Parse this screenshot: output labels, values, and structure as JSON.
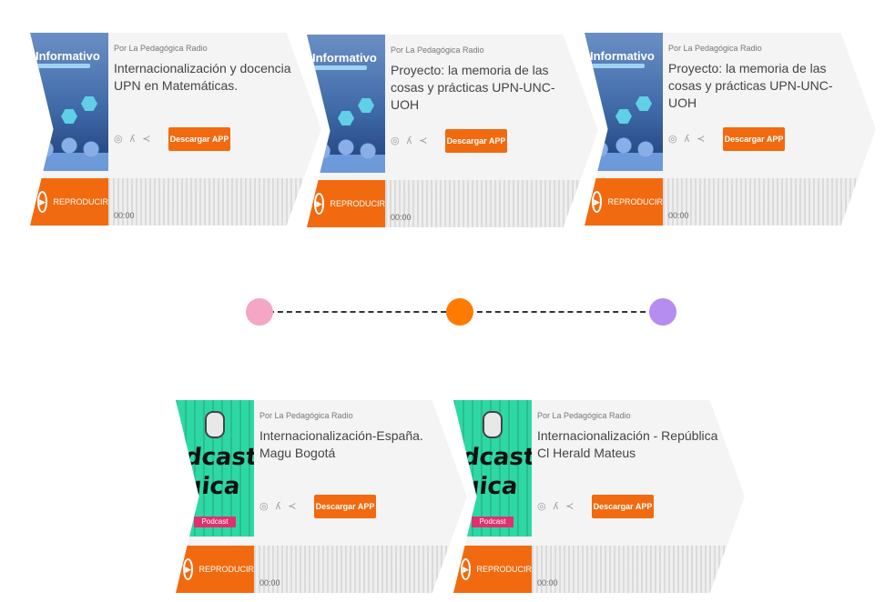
{
  "colors": {
    "accent": "#f26a0f",
    "dot_pink": "#f4a6c4",
    "dot_orange": "#ff7a00",
    "dot_purple": "#b58cf0"
  },
  "cards": [
    {
      "thumb_type": "informativo",
      "thumb_title": "Informativo",
      "byline": "Por La Pedagógica Radio",
      "title": "Internacionalización y docencia UPN en Matemáticas.",
      "download_label": "Descargar APP",
      "play_label": "REPRODUCIR",
      "time": "00:00"
    },
    {
      "thumb_type": "informativo",
      "thumb_title": "Informativo",
      "byline": "Por La Pedagógica Radio",
      "title": "Proyecto: la memoria de las cosas y prácticas UPN-UNC-UOH",
      "download_label": "Descargar APP",
      "play_label": "REPRODUCIR",
      "time": "00:00"
    },
    {
      "thumb_type": "informativo",
      "thumb_title": "Informativo",
      "byline": "Por La Pedagógica Radio",
      "title": "Proyecto: la memoria de las cosas y prácticas UPN-UNC-UOH",
      "download_label": "Descargar APP",
      "play_label": "REPRODUCIR",
      "time": "00:00"
    },
    {
      "thumb_type": "podcast",
      "byline": "Por La Pedagógica Radio",
      "title": "Internacionalización-España. Magu Bogotá",
      "download_label": "Descargar APP",
      "play_label": "REPRODUCIR",
      "time": "00:00"
    },
    {
      "thumb_type": "podcast",
      "byline": "Por La Pedagógica Radio",
      "title": "Internacionalización - República Cl Herald Mateus",
      "download_label": "Descargar APP",
      "play_label": "REPRODUCIR",
      "time": "00:00"
    }
  ],
  "timeline": {
    "dots": [
      "pink",
      "orange",
      "purple"
    ]
  }
}
